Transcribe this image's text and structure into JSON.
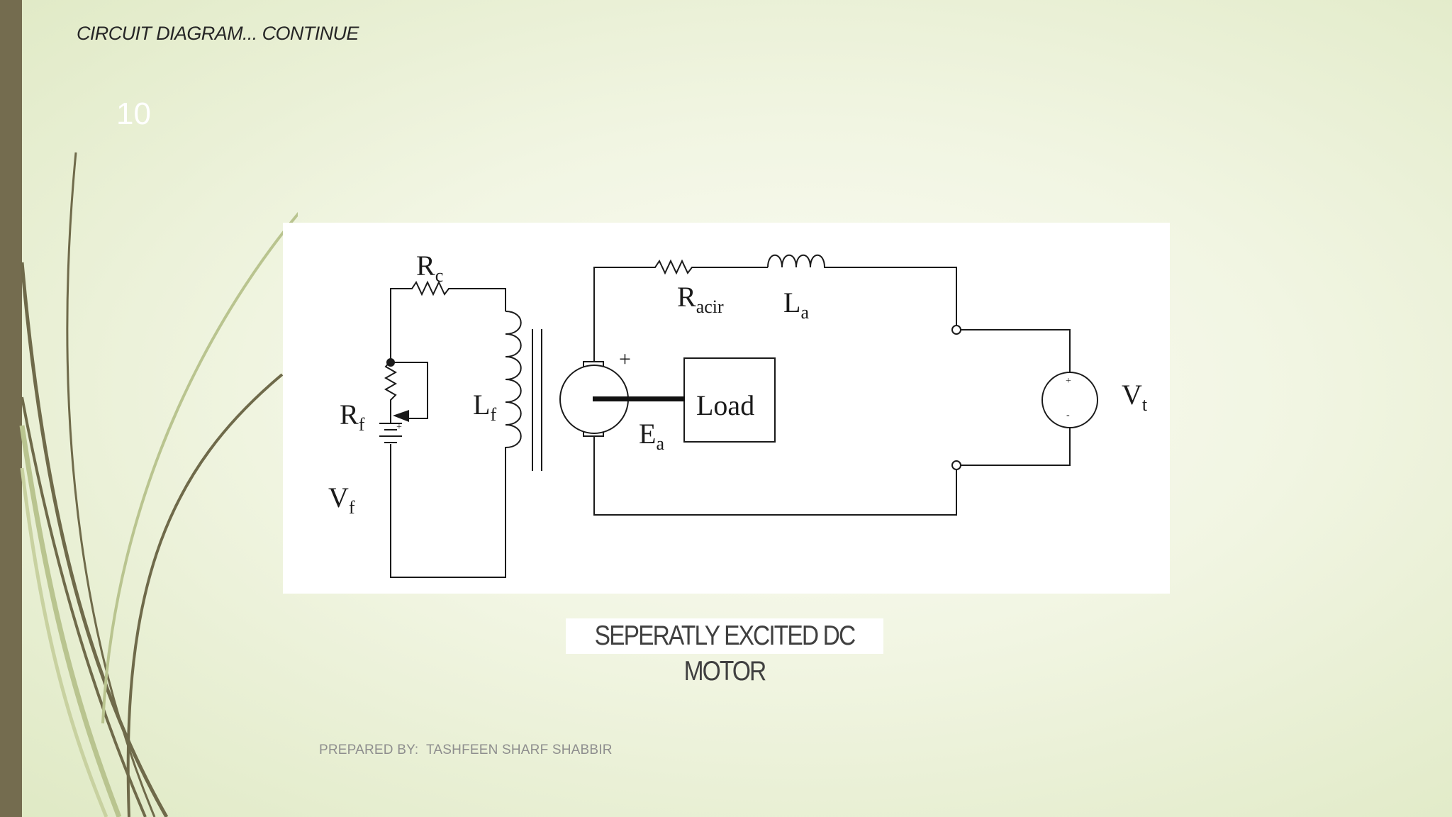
{
  "slide": {
    "title": "CIRCUIT DIAGRAM... CONTINUE",
    "number": "10"
  },
  "diagram": {
    "labels": {
      "Rc": {
        "main": "R",
        "sub": "c"
      },
      "Rf": {
        "main": "R",
        "sub": "f"
      },
      "Lf": {
        "main": "L",
        "sub": "f"
      },
      "Vf": {
        "main": "V",
        "sub": "f"
      },
      "Racir": {
        "main": "R",
        "sub": "acir"
      },
      "La": {
        "main": "L",
        "sub": "a"
      },
      "Ea": {
        "main": "E",
        "sub": "a"
      },
      "Vt": {
        "main": "V",
        "sub": "t"
      },
      "plus": "+",
      "load": "Load"
    }
  },
  "caption": "SEPERATLY EXCITED DC MOTOR",
  "footer": {
    "prefix": "PREPARED BY:  ",
    "author": "TASHFEEN SHARF SHABBIR"
  },
  "colors": {
    "accent_bar": "#746c4f",
    "background": "#eef3dc",
    "swoosh_dark": "#6f6a4a",
    "swoosh_light": "#b9c48f"
  }
}
